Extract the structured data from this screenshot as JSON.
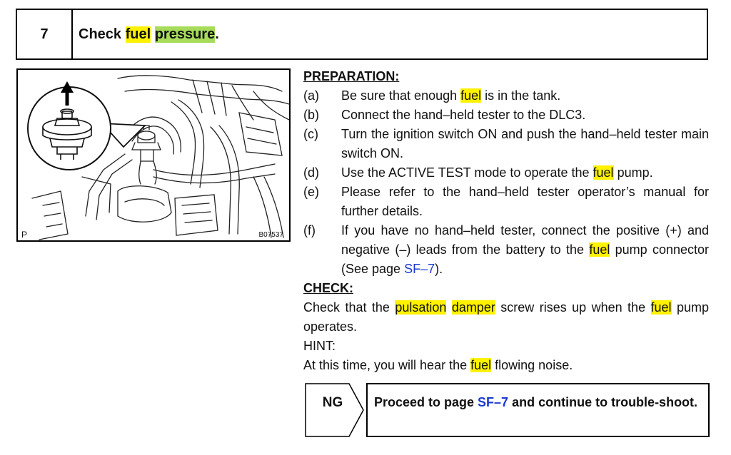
{
  "step": {
    "number": "7",
    "title_prefix": "Check ",
    "title_word1": "fuel",
    "title_space": " ",
    "title_word2": "pressure",
    "title_suffix": "."
  },
  "figure": {
    "corner_tag": "P",
    "image_id": "B07537",
    "icon": "fuel-pressure-pulsation-damper-illustration"
  },
  "preparation": {
    "heading": "PREPARATION:",
    "items": [
      {
        "label": "(a)",
        "pre": "Be sure that enough ",
        "hl": "fuel",
        "post": " is in the tank."
      },
      {
        "label": "(b)",
        "text": "Connect the hand–held tester to the DLC3."
      },
      {
        "label": "(c)",
        "text": "Turn the ignition switch ON and push the hand–held tester main switch ON."
      },
      {
        "label": "(d)",
        "pre": "Use the ACTIVE TEST mode to operate the ",
        "hl": "fuel",
        "post": " pump."
      },
      {
        "label": "(e)",
        "text": "Please refer to the hand–held tester operator’s manual for further details."
      },
      {
        "label": "(f)",
        "pre": "If you have no hand–held tester, connect the positive (+) and negative (–) leads from the battery to the ",
        "hl": "fuel",
        "mid": " pump connector (See page ",
        "link": "SF–7",
        "post": ")."
      }
    ]
  },
  "check": {
    "heading": "CHECK:",
    "pre": "Check that the ",
    "hl1": "pulsation",
    "sp": " ",
    "hl2": "damper",
    "mid": " screw rises up when the ",
    "hl3": "fuel",
    "post": " pump operates."
  },
  "hint": {
    "heading": "HINT:",
    "pre": "At this time, you will hear the ",
    "hl": "fuel",
    "post": " flowing noise."
  },
  "ng": {
    "label": "NG",
    "pre": "Proceed to page ",
    "link": "SF–7",
    "post": " and continue to trouble-shoot."
  },
  "colors": {
    "highlight": "#fff200",
    "highlight_green": "#a6dc5a",
    "link": "#1a3ad0"
  }
}
